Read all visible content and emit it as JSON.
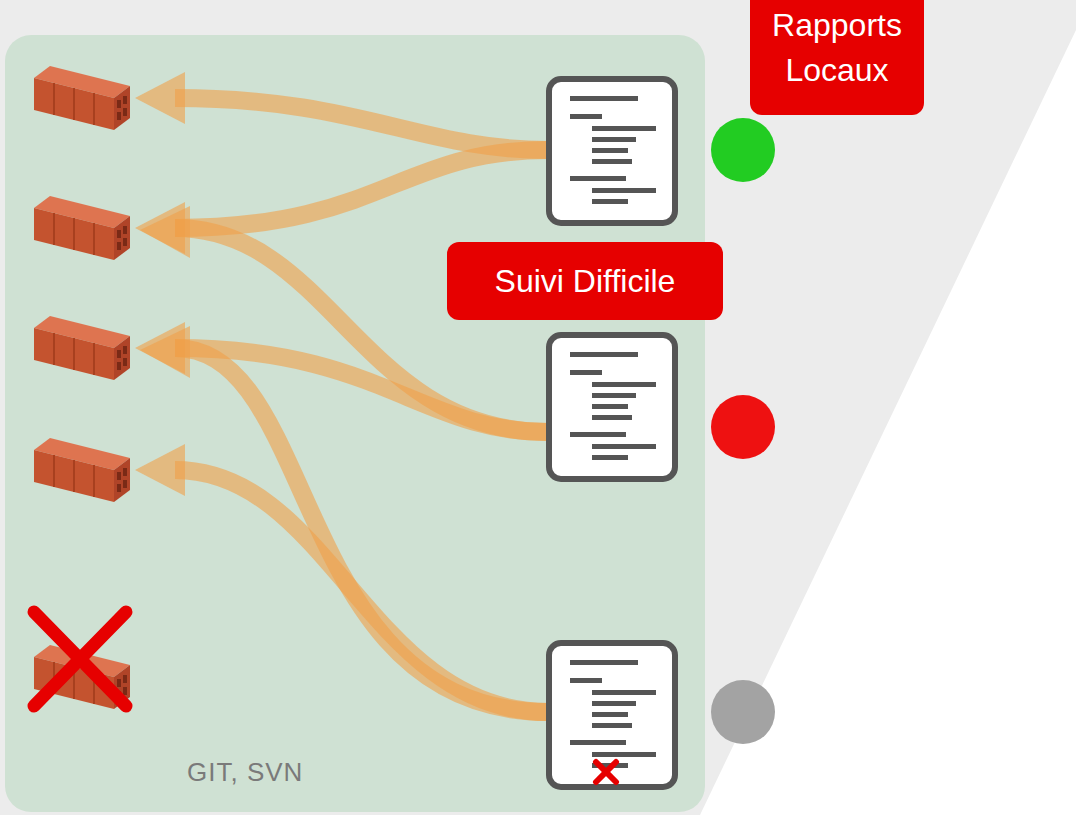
{
  "diagram": {
    "nodes": [
      {
        "text": [
          "Rapports Locaux"
        ]
      },
      {
        "text": [
          "Suivi Difficile"
        ]
      },
      {
        "text": [
          "GIT, SVN"
        ]
      }
    ]
  }
}
